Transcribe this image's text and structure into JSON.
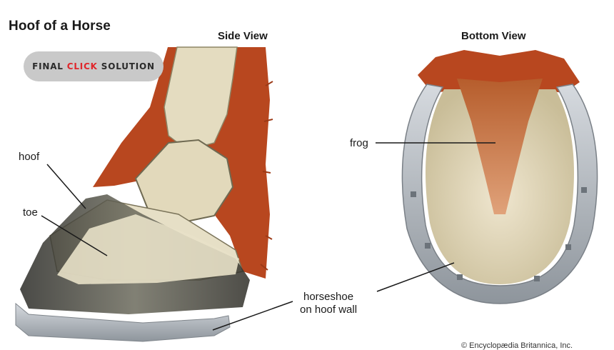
{
  "title": "Hoof of a Horse",
  "side_view": {
    "heading": "Side View"
  },
  "bottom_view": {
    "heading": "Bottom View"
  },
  "badge": {
    "word1": "FINAL",
    "word2": "CLICK",
    "word3": "SOLUTION"
  },
  "labels": {
    "hoof": "hoof",
    "toe": "toe",
    "frog": "frog",
    "horseshoe_line1": "horseshoe",
    "horseshoe_line2": "on hoof wall"
  },
  "credit": "© Encyclopædia Britannica, Inc.",
  "colors": {
    "hair": "#b8471f",
    "bone": "#e4dcc0",
    "hoof_dark": "#3a3a32",
    "shoe_metal": "#b9bec4",
    "frog": "#c9773f",
    "badge_accent": "#e0262b"
  }
}
